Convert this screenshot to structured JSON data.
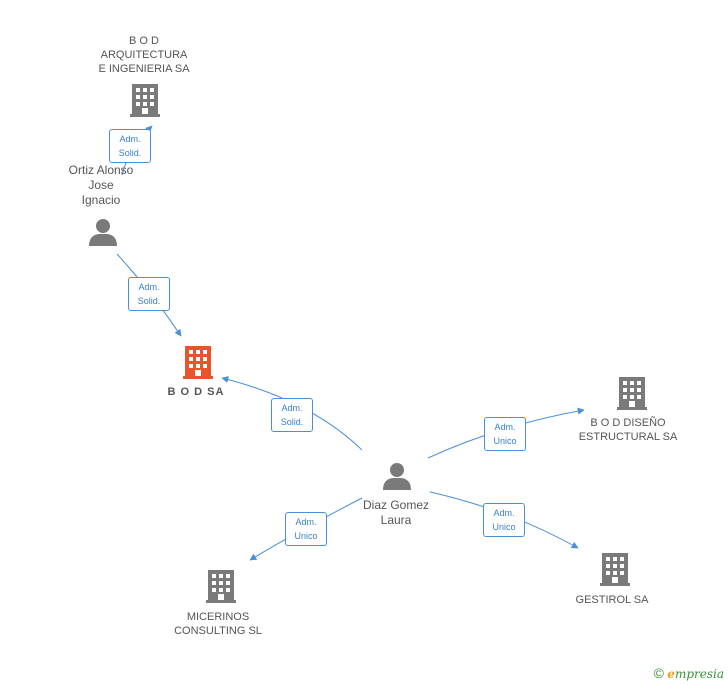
{
  "colors": {
    "edge": "#4a90d9",
    "company": "#7a7a7a",
    "main_company": "#e8552d",
    "person": "#7a7a7a"
  },
  "nodes": {
    "bod_arquitectura": {
      "label": "B O D\nARQUITECTURA\nE INGENIERIA SA",
      "icon": "building-icon"
    },
    "ortiz": {
      "label": "Ortiz Alonso\nJose\nIgnacio",
      "icon": "person-icon"
    },
    "bodsa": {
      "label": "B O D SA",
      "icon": "building-icon"
    },
    "diaz": {
      "label": "Diaz Gomez\nLaura",
      "icon": "person-icon"
    },
    "bod_diseno": {
      "label": "B O D DISEÑO\nESTRUCTURAL SA",
      "icon": "building-icon"
    },
    "micerinos": {
      "label": "MICERINOS\nCONSULTING SL",
      "icon": "building-icon"
    },
    "gestirol": {
      "label": "GESTIROL SA",
      "icon": "building-icon"
    }
  },
  "edges": {
    "ortiz_to_arquitectura": "Adm.\nSolid.",
    "ortiz_to_bodsa": "Adm.\nSolid.",
    "diaz_to_bodsa": "Adm.\nSolid.",
    "diaz_to_diseno": "Adm.\nUnico",
    "diaz_to_micerinos": "Adm.\nUnico",
    "diaz_to_gestirol": "Adm.\nUnico"
  },
  "footer": {
    "copyright": "©",
    "brand_initial": "e",
    "brand_rest": "mpresia"
  }
}
